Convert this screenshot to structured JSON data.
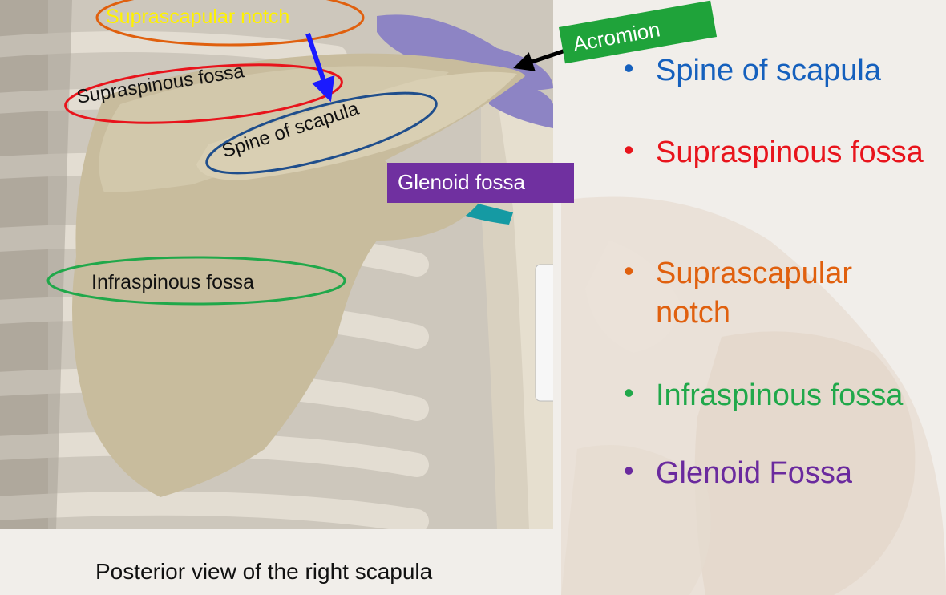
{
  "labels": {
    "suprascapular_notch": "Suprascapular notch",
    "supraspinous_fossa": "Supraspinous fossa",
    "spine_of_scapula": "Spine of scapula",
    "glenoid_fossa": "Glenoid fossa",
    "infraspinous_fossa": "Infraspinous fossa",
    "acromion": "Acromion"
  },
  "legend": [
    {
      "text": "Spine of scapula",
      "color": "#1560bd"
    },
    {
      "text": "Supraspinous fossa",
      "color": "#e8141c"
    },
    {
      "text": "Suprascapular notch",
      "color": "#e0600e"
    },
    {
      "text": "Infraspinous fossa",
      "color": "#20a84a"
    },
    {
      "text": "Glenoid Fossa",
      "color": "#6a2a9e"
    }
  ],
  "caption": "Posterior view of the right scapula",
  "colors": {
    "suprascapular_outline": "#e0600e",
    "supraspinous_outline": "#e8141c",
    "spine_outline": "#1f4e8c",
    "infraspinous_outline": "#20a84a",
    "glenoid_box": "#7030a0",
    "acromion_box": "#1fa33a",
    "notch_arrow": "#1a1aff",
    "acromion_arrow": "#000000"
  }
}
